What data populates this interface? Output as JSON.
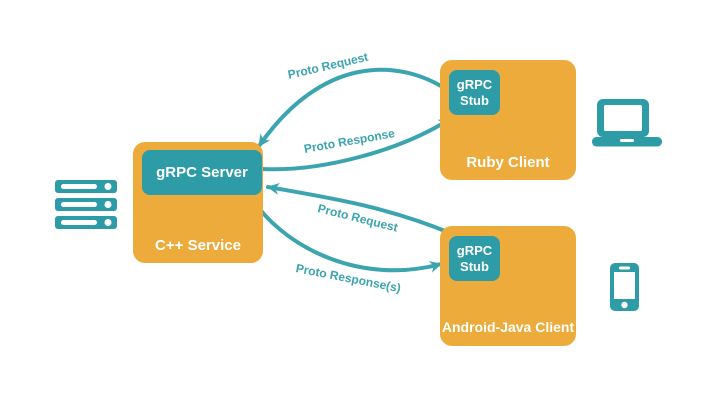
{
  "diagram": {
    "nodes": {
      "cpp_service": {
        "title": "C++ Service",
        "inner_title": "gRPC Server"
      },
      "ruby_client": {
        "title": "Ruby Client",
        "inner_title": "gRPC Stub"
      },
      "android_client": {
        "title": "Android-Java Client",
        "inner_title": "gRPC Stub"
      }
    },
    "edge_labels": {
      "ruby_request": "Proto Request",
      "ruby_response": "Proto Response",
      "android_request": "Proto Request",
      "android_response": "Proto Response(s)"
    },
    "icons": {
      "left": "server-rack-icon",
      "top_right": "laptop-icon",
      "bottom_right": "smartphone-icon"
    },
    "colors": {
      "box_orange": "#ECAB3B",
      "box_teal": "#2E9CA7",
      "arrow_teal": "#3BA4AF",
      "label_on_box": "#FFFFFF",
      "background": "#FFFFFF"
    }
  }
}
